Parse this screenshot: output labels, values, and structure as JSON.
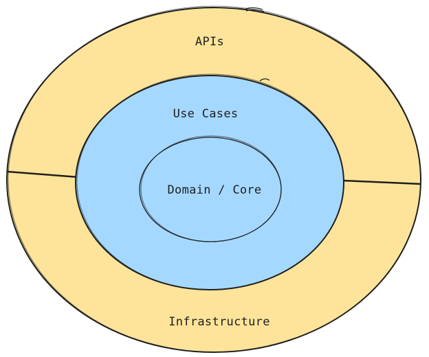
{
  "diagram": {
    "type": "concentric-layers",
    "colors": {
      "outer_fill": "#fde49a",
      "middle_fill": "#a5d8ff",
      "inner_fill": "none",
      "stroke": "#1e1e1e",
      "background": "#ffffff"
    },
    "labels": {
      "apis": "APIs",
      "use_cases": "Use Cases",
      "domain_core": "Domain / Core",
      "infrastructure": "Infrastructure"
    }
  }
}
